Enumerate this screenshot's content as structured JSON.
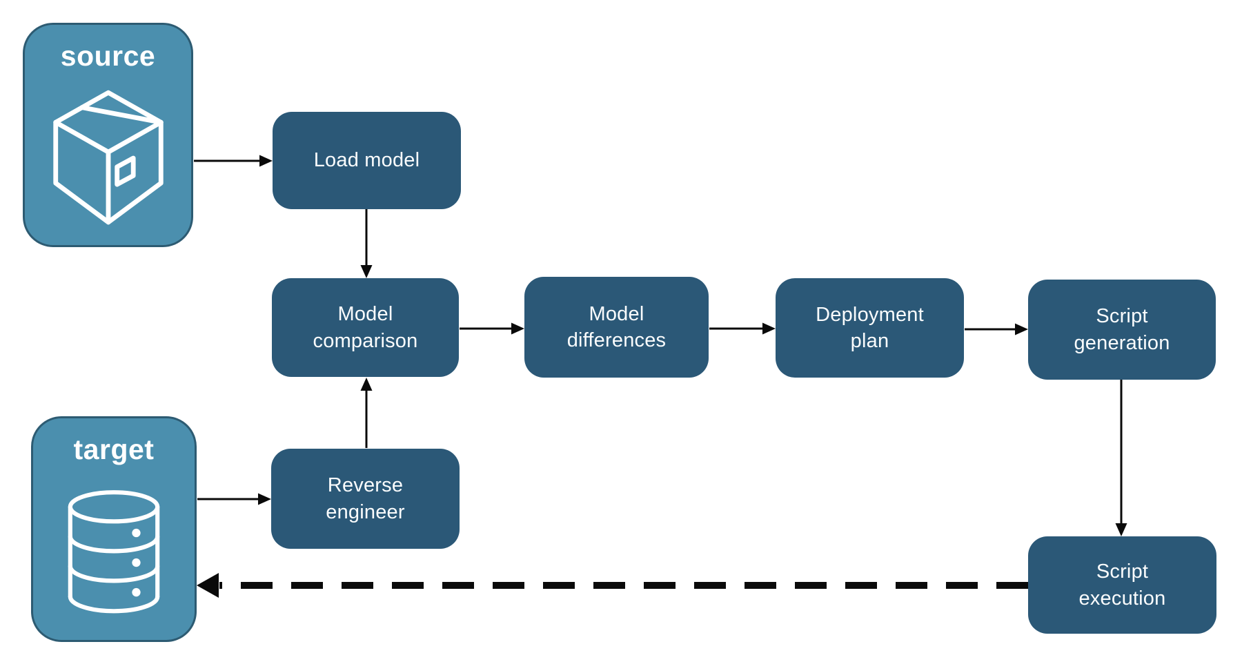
{
  "diagram": {
    "endpoints": {
      "source": {
        "label": "source",
        "icon": "package-box-icon"
      },
      "target": {
        "label": "target",
        "icon": "database-icon"
      }
    },
    "nodes": {
      "load_model": {
        "label": "Load model"
      },
      "model_comparison": {
        "label": "Model comparison"
      },
      "model_differences": {
        "label": "Model differences"
      },
      "deployment_plan": {
        "label": "Deployment plan"
      },
      "script_generation": {
        "label": "Script generation"
      },
      "reverse_engineer": {
        "label": "Reverse engineer"
      },
      "script_execution": {
        "label": "Script execution"
      }
    },
    "edges": [
      {
        "from": "source",
        "to": "load_model",
        "style": "solid"
      },
      {
        "from": "load_model",
        "to": "model_comparison",
        "style": "solid"
      },
      {
        "from": "target",
        "to": "reverse_engineer",
        "style": "solid"
      },
      {
        "from": "reverse_engineer",
        "to": "model_comparison",
        "style": "solid"
      },
      {
        "from": "model_comparison",
        "to": "model_differences",
        "style": "solid"
      },
      {
        "from": "model_differences",
        "to": "deployment_plan",
        "style": "solid"
      },
      {
        "from": "deployment_plan",
        "to": "script_generation",
        "style": "solid"
      },
      {
        "from": "script_generation",
        "to": "script_execution",
        "style": "solid"
      },
      {
        "from": "script_execution",
        "to": "target",
        "style": "dashed"
      }
    ],
    "colors": {
      "node_fill": "#2b5877",
      "endpoint_fill": "#4b8fae",
      "endpoint_border": "#2d5b72",
      "label_text": "#ffffff",
      "arrow": "#0a0a0a",
      "background": "#ffffff"
    }
  }
}
